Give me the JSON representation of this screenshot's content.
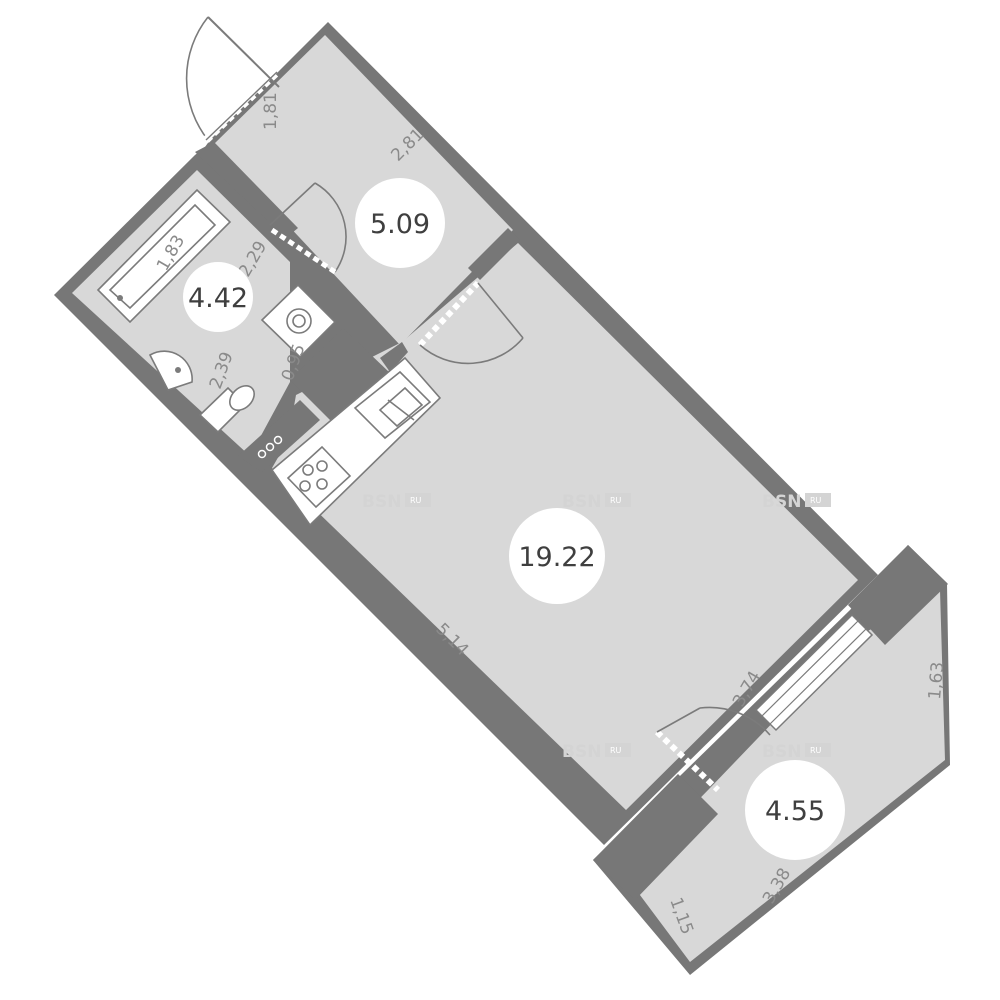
{
  "rooms": [
    {
      "id": "hall",
      "area": "5.09"
    },
    {
      "id": "bathroom",
      "area": "4.42"
    },
    {
      "id": "main-room",
      "area": "19.22"
    },
    {
      "id": "loggia",
      "area": "4.55"
    }
  ],
  "dimensions": {
    "entrance_width": "1,81",
    "hall_length": "2,81",
    "bath_length": "1,83",
    "bathroom_width": "2,29",
    "bathroom_length": "2,39",
    "washer_width": "0,95",
    "room_width": "3,74",
    "room_length": "5,14",
    "loggia_side": "1,63",
    "loggia_length": "3,38",
    "loggia_end": "1,15"
  },
  "watermark": {
    "brand": "BSN",
    "suffix": "RU"
  },
  "colors": {
    "wall": "#777777",
    "floor": "#d8d8d8",
    "fixture_line": "#7b7b7b",
    "label_circle": "#ffffff"
  }
}
